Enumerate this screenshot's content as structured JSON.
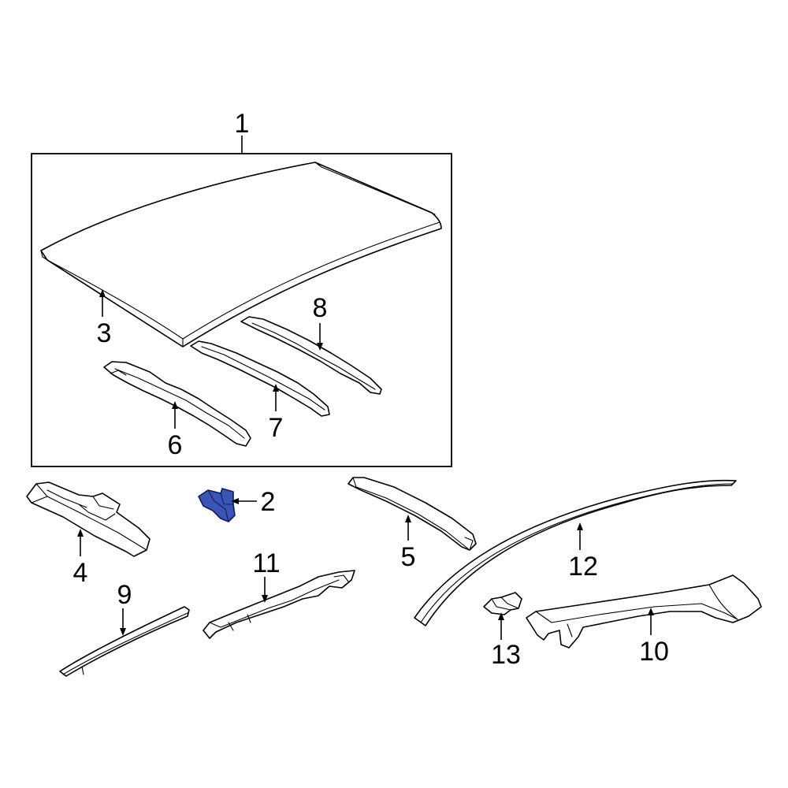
{
  "diagram": {
    "callouts": [
      {
        "id": "1",
        "label": "1"
      },
      {
        "id": "2",
        "label": "2"
      },
      {
        "id": "3",
        "label": "3"
      },
      {
        "id": "4",
        "label": "4"
      },
      {
        "id": "5",
        "label": "5"
      },
      {
        "id": "6",
        "label": "6"
      },
      {
        "id": "7",
        "label": "7"
      },
      {
        "id": "8",
        "label": "8"
      },
      {
        "id": "9",
        "label": "9"
      },
      {
        "id": "10",
        "label": "10"
      },
      {
        "id": "11",
        "label": "11"
      },
      {
        "id": "12",
        "label": "12"
      },
      {
        "id": "13",
        "label": "13"
      }
    ],
    "highlighted_part": "2",
    "colors": {
      "highlight": "#3a55b4",
      "line": "#000000",
      "background": "#ffffff"
    }
  }
}
